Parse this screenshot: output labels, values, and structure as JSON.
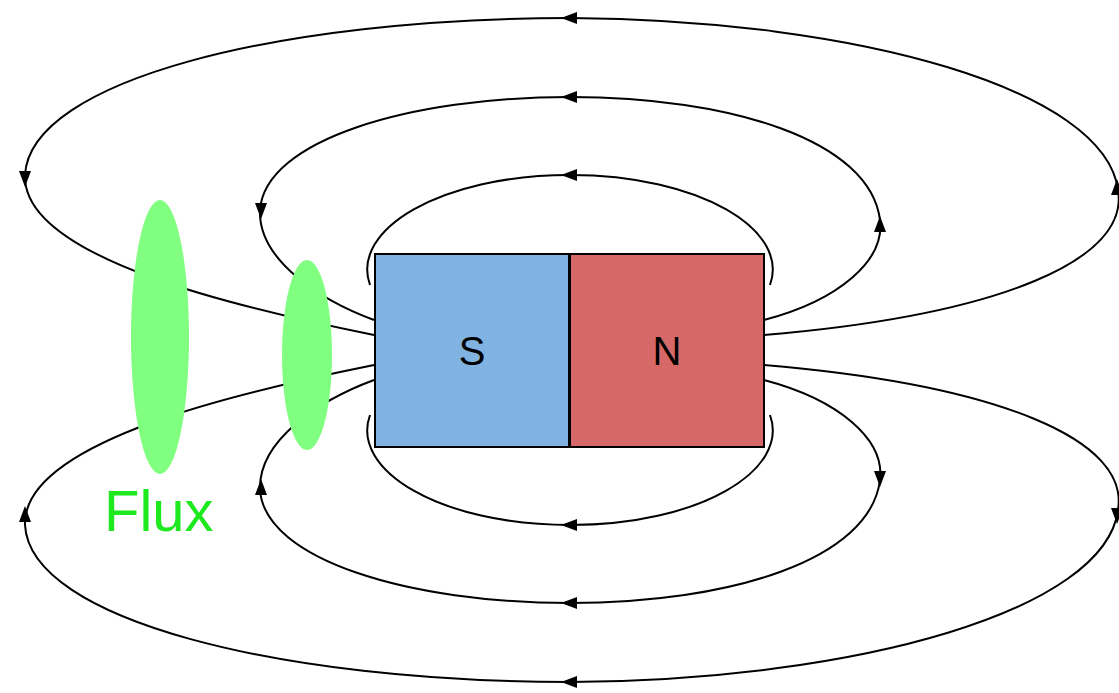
{
  "diagram": {
    "nodes": [
      {
        "text": [
          "S"
        ]
      },
      {
        "text": [
          "N"
        ]
      }
    ],
    "labels": [
      "Flux"
    ]
  }
}
